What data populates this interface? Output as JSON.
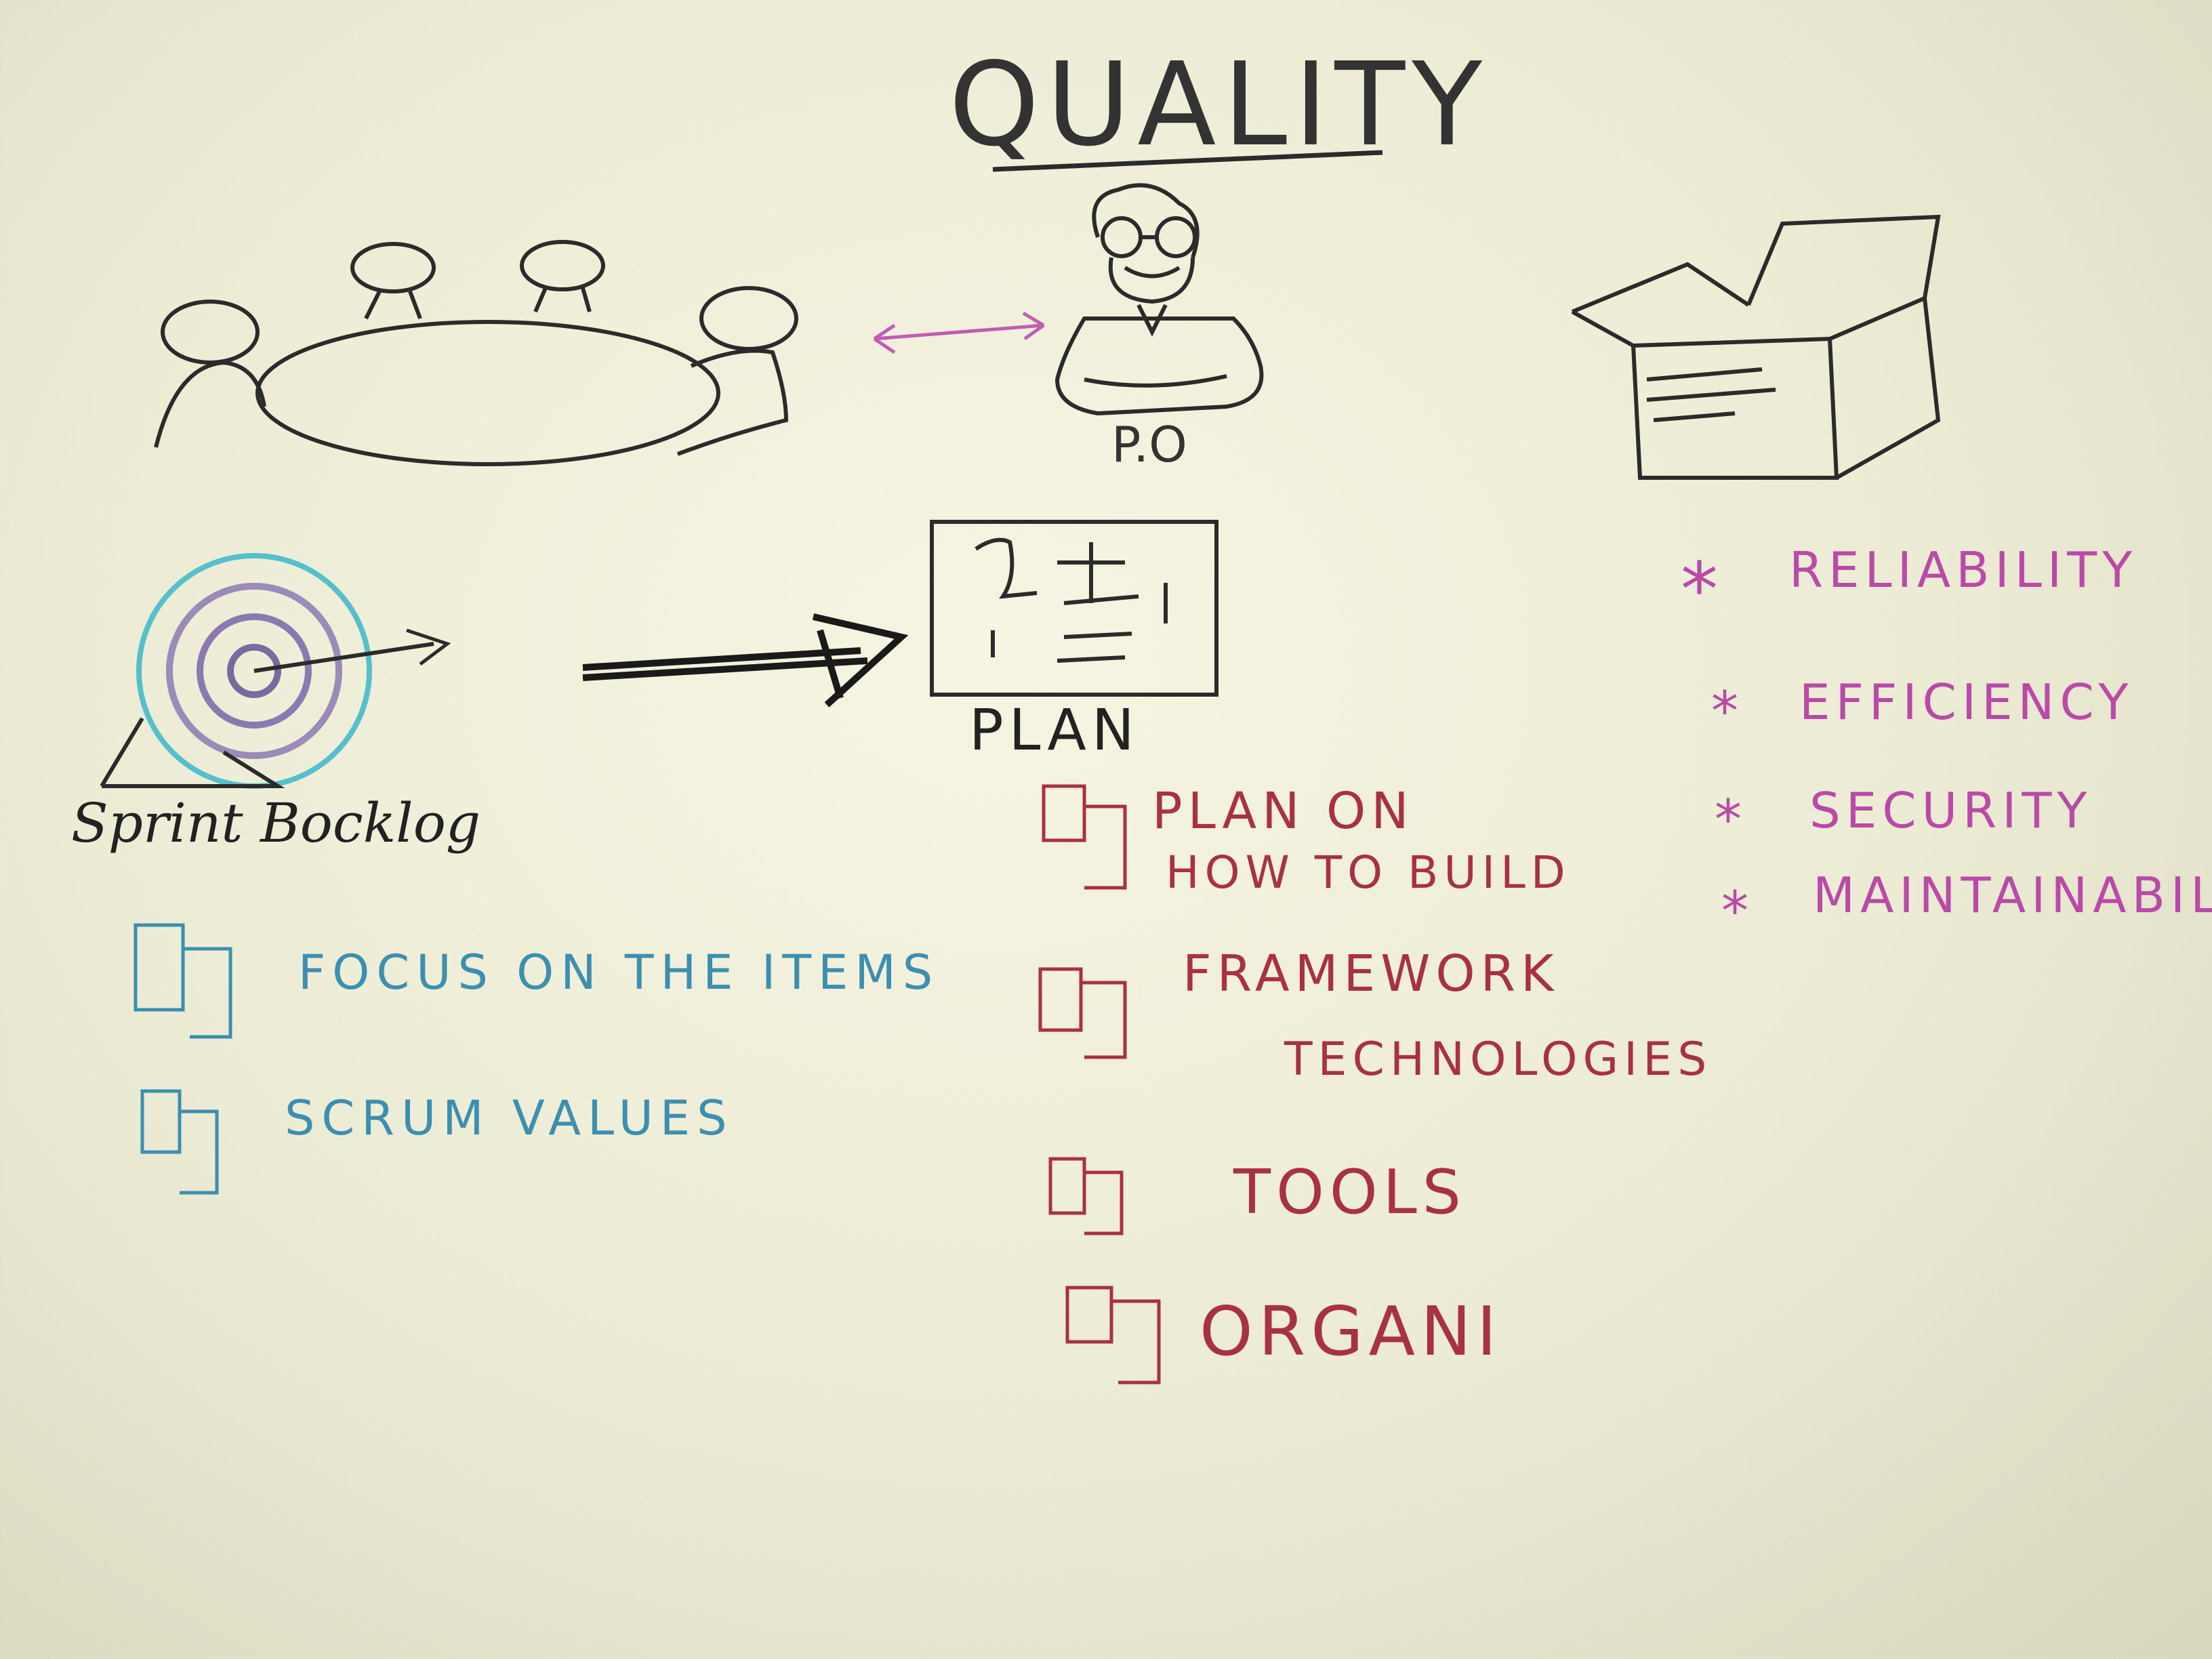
{
  "title": "QUALITY",
  "po_label": "P.O",
  "plan_label": "PLAN",
  "sprint_backlog_label": "Sprint Bocklog",
  "left_items": [
    "FOCUS ON THE ITEMS",
    "SCRUM VALUES"
  ],
  "plan_items": [
    "PLAN ON",
    "HOW TO BUILD",
    "FRAMEWORK",
    "TECHNOLOGIES",
    "TOOLS",
    "ORGANI"
  ],
  "quality_attributes": [
    "RELIABILITY",
    "EFFICIENCY",
    "SECURITY",
    "MAINTAINABILI"
  ],
  "bullet_symbol": "*",
  "colors": {
    "ink_black": "#2b2b2b",
    "ink_blue": "#3c8fb0",
    "ink_red": "#a83142",
    "ink_pink": "#b94aa8",
    "paper": "#f3f2df"
  }
}
